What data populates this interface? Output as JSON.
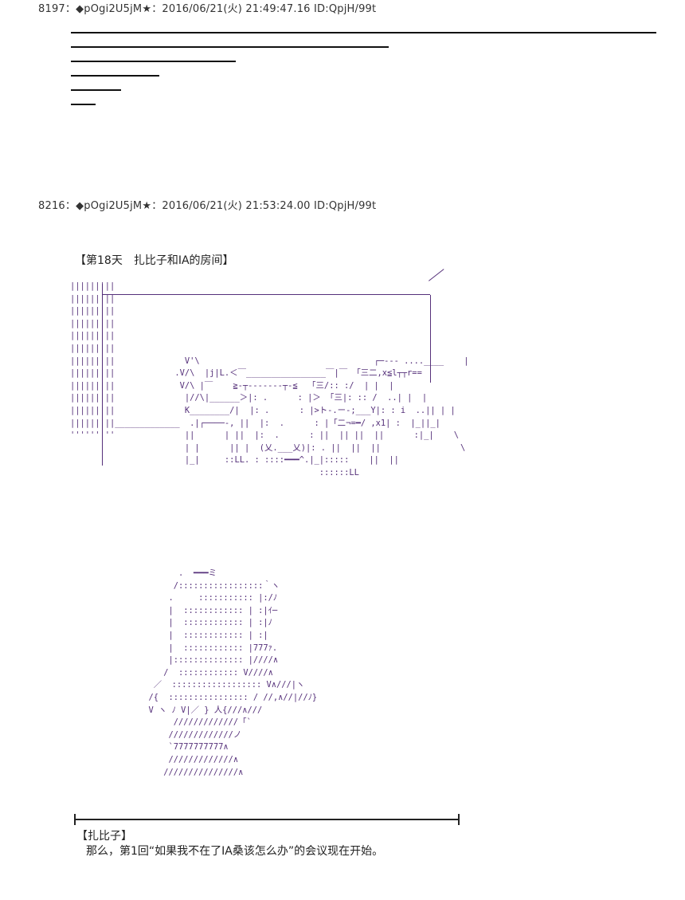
{
  "posts": [
    {
      "number": "8197",
      "separator": "：",
      "author": "◆pOgi2U5jM★",
      "datetime": "：2016/06/21(火) 21:49:47.16",
      "id": "ID:QpjH/99t"
    },
    {
      "number": "8216",
      "separator": "：",
      "author": "◆pOgi2U5jM★",
      "datetime": "：2016/06/21(火) 21:53:24.00",
      "id": "ID:QpjH/99t"
    }
  ],
  "scene": {
    "title": "【第18天　扎比子和IA的房间】",
    "room_art": "|||||||||\n|||||||||\n|||||||||\n|||||||||\n|||||||||\n|||||||||\n|||||||||              V'\\                                   ┌─--- ....____    |\n|||||||||            .V/\\  |j|L.＜￣________________￣|￣ 「三二,x≦l┬┬r==\n|||||||||             V/\\ |￣    ≧-┬-------┬-≦  「三/:: :/  | |  |\n|||||||||              |//\\|______＞|: .      : |＞ 「三|: :: /  ..| |  |\n|||||||||              K________/|  |: .      : |>ト-.ー-;___Y|: : i  ..|| | |\n|||||||||_____________  .|┌────-, ||  |:  .      : |「二¬=━/ ,x1| :  |_||_|\n'''''''''              ||      | ||  |:  .      : ||  || ||  ||      :|_|    \\\n                       | |      || |  (乂.___乂)|: . ||  ||  ||                \\\n                       |_|     ::LL. : ::::━━━^.|_|:::::    ||  ||\n                                                  ::::::LL",
    "girl_art": "        .  ━━━ミ\n       /:::::::::::::::::｀ヽ\n      .     ::::::::::: |:/ﾉ\n      |  :::::::::::: | :|ｲ─\n      |  :::::::::::: | :|ﾉ\n      |  :::::::::::: | :|\n      |  :::::::::::: |777ｧ.\n      |:::::::::::::: |////∧\n     /  :::::::::::: V////∧\n   ／  :::::::::::::::::: V∧///|ヽ\n  /{  :::::::::::::::: / //,∧//|//ﾉ}\n  V ヽ ﾉ V|／ } 人{///∧///\n       /////////////「`\n      /////////////ノ\n      `7777777777∧\n      /////////////∧\n     ///////////////∧",
    "speaker": "【扎比子】",
    "dialogue": "那么，第1回“如果我不在了IA桑该怎么办”的会议现在开始。"
  }
}
